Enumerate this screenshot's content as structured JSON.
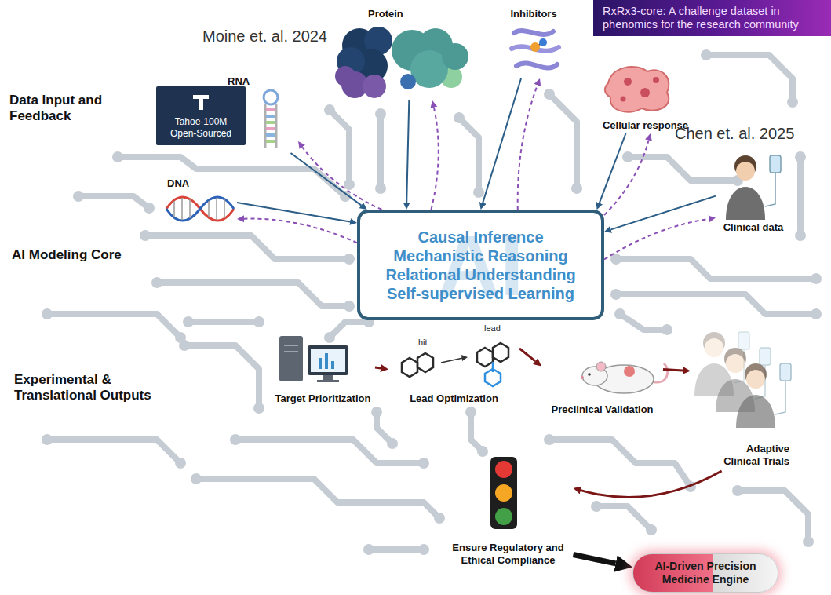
{
  "diagram": {
    "nodes": [
      {
        "text": [
          "Protein"
        ]
      },
      {
        "text": [
          "Inhibitors"
        ]
      },
      {
        "text": [
          "RxRx3-core: A challenge dataset in phenomics for the research community"
        ]
      },
      {
        "text": [
          "RNA"
        ]
      },
      {
        "text": [
          "Tahoe-100M Open-Sourced"
        ]
      },
      {
        "text": [
          "Cellular response"
        ]
      },
      {
        "text": [
          "Clinical data"
        ]
      },
      {
        "text": [
          "DNA"
        ]
      },
      {
        "text": [
          "Causal Inference",
          "Mechanistic Reasoning",
          "Relational Understanding",
          "Self-supervised Learning",
          "AI"
        ]
      },
      {
        "text": [
          "Target Prioritization"
        ]
      },
      {
        "text": [
          "Lead Optimization"
        ]
      },
      {
        "text": [
          "Preclinical Validation"
        ]
      },
      {
        "text": [
          "Adaptive Clinical Trials"
        ]
      },
      {
        "text": [
          "Ensure Regulatory and Ethical Compliance"
        ]
      },
      {
        "text": [
          "AI-Driven Precision Medicine Engine"
        ]
      }
    ],
    "edges": [
      {
        "from": 7,
        "to": 8,
        "arrow": "to"
      },
      {
        "from": 3,
        "to": 8,
        "arrow": "to"
      },
      {
        "from": 0,
        "to": 8,
        "arrow": "to"
      },
      {
        "from": 1,
        "to": 8,
        "arrow": "to"
      },
      {
        "from": 5,
        "to": 8,
        "arrow": "to"
      },
      {
        "from": 6,
        "to": 8,
        "arrow": "to"
      },
      {
        "from": 8,
        "to": 7,
        "arrow": "to"
      },
      {
        "from": 8,
        "to": 3,
        "arrow": "to"
      },
      {
        "from": 8,
        "to": 0,
        "arrow": "to"
      },
      {
        "from": 8,
        "to": 1,
        "arrow": "to"
      },
      {
        "from": 8,
        "to": 5,
        "arrow": "to"
      },
      {
        "from": 8,
        "to": 6,
        "arrow": "to"
      },
      {
        "from": 9,
        "to": 10,
        "arrow": "to"
      },
      {
        "from": 10,
        "to": 11,
        "arrow": "to"
      },
      {
        "from": 11,
        "to": 12,
        "arrow": "to"
      },
      {
        "from": 12,
        "to": 13,
        "arrow": "to"
      },
      {
        "from": 13,
        "to": 14,
        "arrow": "to"
      }
    ],
    "labels": [
      "Data Input and Feedback",
      "Moine et. al. 2024",
      "Chen et. al. 2025",
      "AI Modeling Core",
      "Experimental & Translational Outputs",
      "hit",
      "lead"
    ]
  }
}
